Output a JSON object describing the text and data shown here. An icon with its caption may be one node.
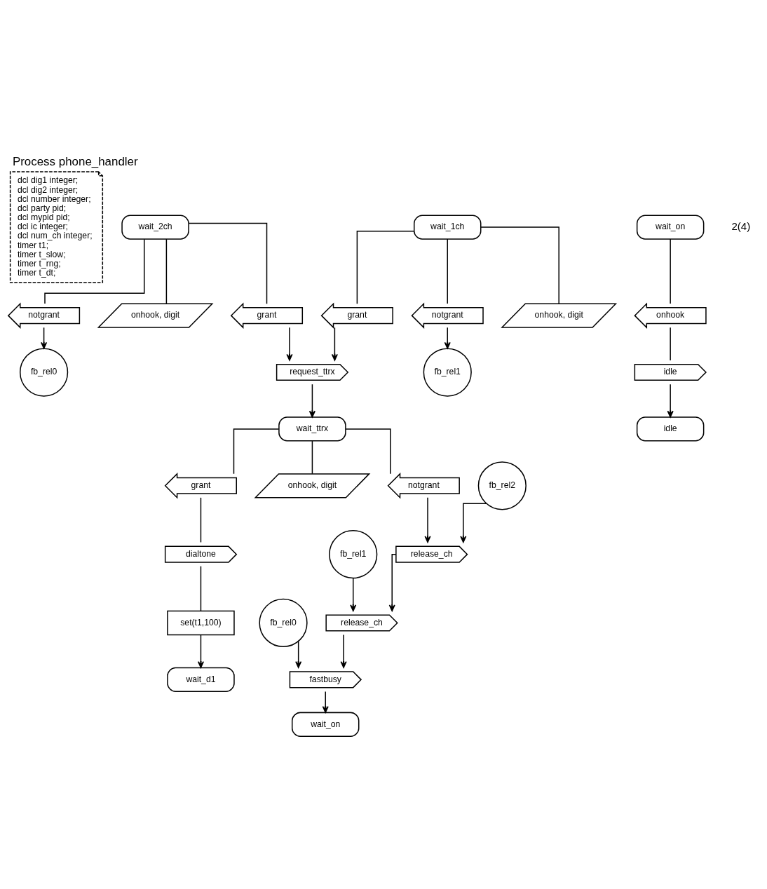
{
  "diagram": {
    "title": "Process phone_handler",
    "nodes": [
      {
        "text": [
          "dcl dig1 integer;",
          "dcl dig2 integer;",
          "dcl number integer;",
          "dcl party pid;",
          "dcl mypid pid;",
          "dcl ic integer;",
          "dcl num_ch integer;",
          "timer t1;",
          "timer t_slow;",
          "timer t_rng;",
          "timer t_dt;"
        ]
      },
      {
        "text": [
          "wait_2ch"
        ]
      },
      {
        "text": [
          "notgrant"
        ]
      },
      {
        "text": [
          "onhook, digit"
        ]
      },
      {
        "text": [
          "grant"
        ]
      },
      {
        "text": [
          "fb_rel0"
        ]
      },
      {
        "text": [
          "wait_1ch"
        ]
      },
      {
        "text": [
          "grant"
        ]
      },
      {
        "text": [
          "notgrant"
        ]
      },
      {
        "text": [
          "onhook, digit"
        ]
      },
      {
        "text": [
          "fb_rel1"
        ]
      },
      {
        "text": [
          "request_ttrx"
        ]
      },
      {
        "text": [
          "wait_ttrx"
        ]
      },
      {
        "text": [
          "wait_on"
        ]
      },
      {
        "text": [
          "onhook"
        ]
      },
      {
        "text": [
          "idle"
        ]
      },
      {
        "text": [
          "idle"
        ]
      },
      {
        "text": [
          "fb_rel2"
        ]
      },
      {
        "text": [
          "notgrant"
        ]
      },
      {
        "text": [
          "grant"
        ]
      },
      {
        "text": [
          "onhook, digit"
        ]
      },
      {
        "text": [
          "fb_rel1"
        ]
      },
      {
        "text": [
          "release_ch"
        ]
      },
      {
        "text": [
          "dialtone"
        ]
      },
      {
        "text": [
          "fb_rel0"
        ]
      },
      {
        "text": [
          "release_ch"
        ]
      },
      {
        "text": [
          "set(t1,100)"
        ]
      },
      {
        "text": [
          "fastbusy"
        ]
      },
      {
        "text": [
          "wait_d1"
        ]
      },
      {
        "text": [
          "wait_on"
        ]
      }
    ],
    "edges": [
      {
        "from": 1,
        "to": 2,
        "arrow": "none"
      },
      {
        "from": 1,
        "to": 3,
        "arrow": "none"
      },
      {
        "from": 1,
        "to": 4,
        "arrow": "none"
      },
      {
        "from": 2,
        "to": 5,
        "arrow": "to"
      },
      {
        "from": 6,
        "to": 7,
        "arrow": "none"
      },
      {
        "from": 6,
        "to": 8,
        "arrow": "none"
      },
      {
        "from": 6,
        "to": 9,
        "arrow": "none"
      },
      {
        "from": 8,
        "to": 10,
        "arrow": "to"
      },
      {
        "from": 4,
        "to": 11,
        "arrow": "to"
      },
      {
        "from": 7,
        "to": 11,
        "arrow": "to"
      },
      {
        "from": 11,
        "to": 12,
        "arrow": "to"
      },
      {
        "from": 12,
        "to": 18,
        "arrow": "none"
      },
      {
        "from": 12,
        "to": 19,
        "arrow": "none"
      },
      {
        "from": 12,
        "to": 20,
        "arrow": "none"
      },
      {
        "from": 13,
        "to": 14,
        "arrow": "none"
      },
      {
        "from": 14,
        "to": 15,
        "arrow": "none"
      },
      {
        "from": 15,
        "to": 16,
        "arrow": "to"
      },
      {
        "from": 18,
        "to": 22,
        "arrow": "to"
      },
      {
        "from": 17,
        "to": 22,
        "arrow": "to"
      },
      {
        "from": 22,
        "to": 25,
        "arrow": "to"
      },
      {
        "from": 21,
        "to": 25,
        "arrow": "to"
      },
      {
        "from": 25,
        "to": 27,
        "arrow": "to"
      },
      {
        "from": 24,
        "to": 27,
        "arrow": "to"
      },
      {
        "from": 27,
        "to": 29,
        "arrow": "to"
      },
      {
        "from": 19,
        "to": 23,
        "arrow": "none"
      },
      {
        "from": 23,
        "to": 26,
        "arrow": "none"
      },
      {
        "from": 26,
        "to": 28,
        "arrow": "to"
      }
    ],
    "labels": [
      "2(4)"
    ]
  }
}
